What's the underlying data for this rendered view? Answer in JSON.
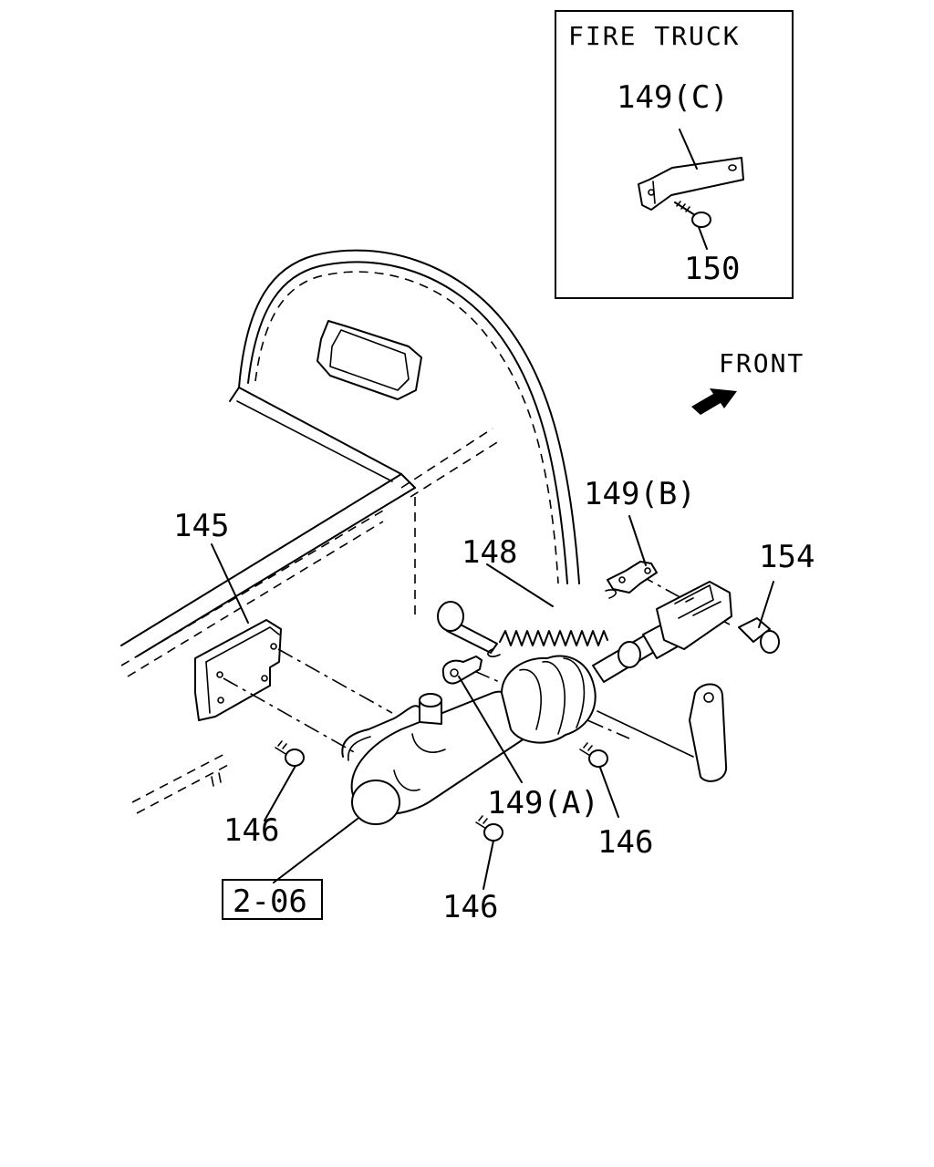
{
  "inset": {
    "title": "FIRE TRUCK",
    "labels": [
      "149(C)",
      "150"
    ]
  },
  "direction": {
    "label": "FRONT"
  },
  "callouts": {
    "p145": "145",
    "p148": "148",
    "p149b": "149(B)",
    "p154": "154",
    "p149a": "149(A)",
    "p146_left": "146",
    "p146_right": "146",
    "p146_bottom": "146"
  },
  "reference_box": "2-06"
}
